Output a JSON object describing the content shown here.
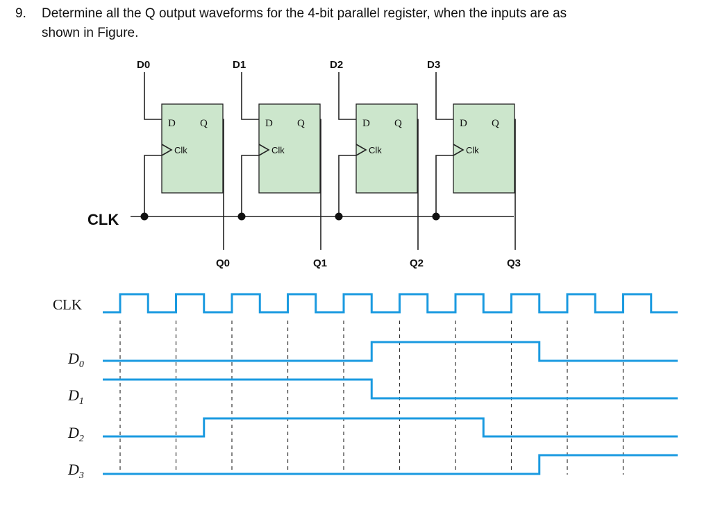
{
  "question": {
    "number": "9.",
    "line1": "Determine all the Q output waveforms for the 4-bit parallel register, when the inputs are as",
    "line2": "shown in Figure."
  },
  "register": {
    "data_inputs": [
      "D0",
      "D1",
      "D2",
      "D3"
    ],
    "outputs": [
      "Q0",
      "Q1",
      "Q2",
      "Q3"
    ],
    "clock_label": "CLK",
    "flipflop": {
      "d_pin": "D",
      "q_pin": "Q",
      "clk_pin": "Clk"
    }
  },
  "timing": {
    "clock_label": "CLK",
    "clock_pulses": 10,
    "signals": [
      {
        "label": "D",
        "sub": "0",
        "levels": [
          0,
          0,
          0,
          0,
          1,
          1,
          1,
          0,
          0,
          0
        ]
      },
      {
        "label": "D",
        "sub": "1",
        "levels": [
          1,
          1,
          1,
          1,
          0,
          0,
          0,
          0,
          0,
          0
        ]
      },
      {
        "label": "D",
        "sub": "2",
        "levels": [
          0,
          1,
          1,
          1,
          1,
          1,
          0,
          0,
          0,
          0
        ]
      },
      {
        "label": "D",
        "sub": "3",
        "levels": [
          0,
          0,
          0,
          0,
          0,
          0,
          0,
          1,
          1,
          1
        ]
      }
    ],
    "colors": {
      "wave": "#1a9ae0",
      "flipflop_fill": "#cce6cc",
      "wire": "#222222"
    }
  }
}
